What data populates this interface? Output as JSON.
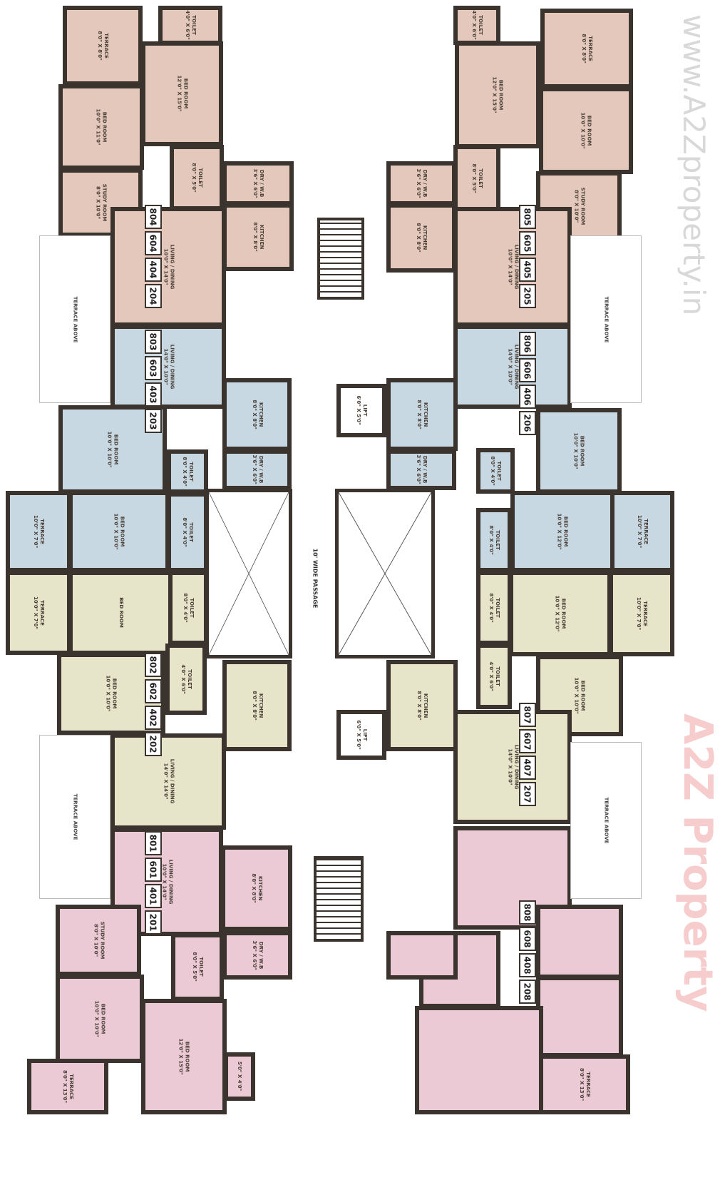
{
  "watermark": {
    "top": "www.A2Zproperty.in",
    "center": "A2Z Property"
  },
  "colors": {
    "u4": "#e4c8bb",
    "u3": "#c8d8e2",
    "u2": "#e6e4c9",
    "u1": "#ebcad6",
    "wall": "#3b342e"
  },
  "passage_label": "10' WIDE PASSAGE",
  "terrace_above_label": "TERRACE ABOVE",
  "unit_numbers": [
    [
      "204",
      "404",
      "604",
      "804"
    ],
    [
      "203",
      "403",
      "603",
      "803"
    ],
    [
      "202",
      "402",
      "602",
      "802"
    ],
    [
      "201",
      "401",
      "601",
      "801"
    ],
    [
      "205",
      "405",
      "605",
      "805"
    ],
    [
      "206",
      "406",
      "606",
      "806"
    ],
    [
      "207",
      "407",
      "607",
      "807"
    ],
    [
      "208",
      "408",
      "608",
      "808"
    ]
  ],
  "lifts": [
    {
      "name": "LIFT",
      "dim": "6'0\" X 5'0\""
    },
    {
      "name": "LIFT",
      "dim": "6'0\" X 5'0\""
    }
  ],
  "rooms": [
    {
      "name": "TERRACE",
      "dim": "8'0\" X 8'0\"",
      "unit": "u4"
    },
    {
      "name": "TOILET",
      "dim": "4'0\" X 6'0\"",
      "unit": "u4"
    },
    {
      "name": "BED ROOM",
      "dim": "12'0\" X 15'0\"",
      "unit": "u4"
    },
    {
      "name": "BED ROOM",
      "dim": "10'0\" X 11'0\"",
      "unit": "u4"
    },
    {
      "name": "STUDY ROOM",
      "dim": "8'0\" X 10'0\"",
      "unit": "u4"
    },
    {
      "name": "TOILET",
      "dim": "8'0\" X 5'0\"",
      "unit": "u4"
    },
    {
      "name": "DRY / W.B",
      "dim": "3'6\" X 6'0\"",
      "unit": "u4"
    },
    {
      "name": "KITCHEN",
      "dim": "8'0\" X 8'0\"",
      "unit": "u4"
    },
    {
      "name": "LIVING / DINING",
      "dim": "10'0\" X 14'0\"",
      "unit": "u4"
    },
    {
      "name": "LIVING / DINING",
      "dim": "14'0\" X 10'0\"",
      "unit": "u3"
    },
    {
      "name": "KITCHEN",
      "dim": "8'0\" X 8'0\"",
      "unit": "u3"
    },
    {
      "name": "BED ROOM",
      "dim": "10'0\" X 10'0\"",
      "unit": "u3"
    },
    {
      "name": "TOILET",
      "dim": "8'0\" X 4'0\"",
      "unit": "u3"
    },
    {
      "name": "DRY / W.B",
      "dim": "3'6\" X 6'0\"",
      "unit": "u3"
    },
    {
      "name": "TERRACE",
      "dim": "10'0\" X 7'0\"",
      "unit": "u3"
    },
    {
      "name": "BED ROOM",
      "dim": "10'0\" X 10'0\"",
      "unit": "u3"
    },
    {
      "name": "TOILET",
      "dim": "8'0\" X 4'0\"",
      "unit": "u3"
    },
    {
      "name": "TERRACE",
      "dim": "10'0\" X 7'0\"",
      "unit": "u2"
    },
    {
      "name": "BED ROOM",
      "dim": "",
      "unit": "u2"
    },
    {
      "name": "TOILET",
      "dim": "8'0\" X 4'0\"",
      "unit": "u2"
    },
    {
      "name": "BED ROOM",
      "dim": "10'0\" X 10'0\"",
      "unit": "u2"
    },
    {
      "name": "TOILET",
      "dim": "4'0\" X 6'0\"",
      "unit": "u2"
    },
    {
      "name": "KITCHEN",
      "dim": "8'0\" X 8'0\"",
      "unit": "u2"
    },
    {
      "name": "LIVING / DINING",
      "dim": "14'0\" X 14'0\"",
      "unit": "u2"
    },
    {
      "name": "LIVING / DINING",
      "dim": "10'0\" X 14'0\"",
      "unit": "u1"
    },
    {
      "name": "KITCHEN",
      "dim": "8'0\" X 8'0\"",
      "unit": "u1"
    },
    {
      "name": "TOILET",
      "dim": "8'0\" X 5'0\"",
      "unit": "u1"
    },
    {
      "name": "DRY / W.B",
      "dim": "3'6\" X 6'0\"",
      "unit": "u1"
    },
    {
      "name": "STUDY ROOM",
      "dim": "8'0\" X 10'0\"",
      "unit": "u1"
    },
    {
      "name": "BED ROOM",
      "dim": "10'0\" X 10'0\"",
      "unit": "u1"
    },
    {
      "name": "BED ROOM",
      "dim": "12'0\" X 15'0\"",
      "unit": "u1"
    },
    {
      "name": "TERRACE",
      "dim": "8'0\" X 13'0\"",
      "unit": "u1"
    },
    {
      "name": "",
      "dim": "5'0\" X 4'0\"",
      "unit": "u1"
    },
    {
      "name": "TOILET",
      "dim": "4'0\" X 6'0\"",
      "unit": "u4"
    },
    {
      "name": "TERRACE",
      "dim": "8'0\" X 8'0\"",
      "unit": "u4"
    },
    {
      "name": "BED ROOM",
      "dim": "12'0\" X 15'0\"",
      "unit": "u4"
    },
    {
      "name": "BED ROOM",
      "dim": "10'0\" X 10'0\"",
      "unit": "u4"
    },
    {
      "name": "STUDY ROOM",
      "dim": "8'0\" X 10'0\"",
      "unit": "u4"
    },
    {
      "name": "TOILET",
      "dim": "8'0\" X 5'0\"",
      "unit": "u4"
    },
    {
      "name": "DRY / W.B",
      "dim": "3'6\" X 6'0\"",
      "unit": "u4"
    },
    {
      "name": "KITCHEN",
      "dim": "8'0\" X 8'0\"",
      "unit": "u4"
    },
    {
      "name": "LIVING / DINING",
      "dim": "10'0\" X 14'0\"",
      "unit": "u4"
    },
    {
      "name": "LIVING / DINING",
      "dim": "14'0\" X 10'0\"",
      "unit": "u3"
    },
    {
      "name": "KITCHEN",
      "dim": "8'0\" X 8'0\"",
      "unit": "u3"
    },
    {
      "name": "DRY / W.B",
      "dim": "3'6\" X 6'0\"",
      "unit": "u3"
    },
    {
      "name": "BED ROOM",
      "dim": "10'0\" X 10'0\"",
      "unit": "u3"
    },
    {
      "name": "TOILET",
      "dim": "8'0\" X 4'0\"",
      "unit": "u3"
    },
    {
      "name": "BED ROOM",
      "dim": "10'0\" X 12'0\"",
      "unit": "u3"
    },
    {
      "name": "TERRACE",
      "dim": "10'0\" X 7'0\"",
      "unit": "u3"
    },
    {
      "name": "TOILET",
      "dim": "8'0\" X 4'0\"",
      "unit": "u3"
    },
    {
      "name": "TOILET",
      "dim": "8'0\" X 4'0\"",
      "unit": "u2"
    },
    {
      "name": "BED ROOM",
      "dim": "10'0\" X 12'0\"",
      "unit": "u2"
    },
    {
      "name": "TERRACE",
      "dim": "10'0\" X 7'0\"",
      "unit": "u2"
    },
    {
      "name": "TOILET",
      "dim": "4'0\" X 6'0\"",
      "unit": "u2"
    },
    {
      "name": "BED ROOM",
      "dim": "10'0\" X 10'0\"",
      "unit": "u2"
    },
    {
      "name": "KITCHEN",
      "dim": "8'0\" X 8'0\"",
      "unit": "u2"
    },
    {
      "name": "LIVING / DINING",
      "dim": "14'0\" X 10'0\"",
      "unit": "u2"
    },
    {
      "name": "",
      "dim": "",
      "unit": "u1"
    },
    {
      "name": "",
      "dim": "",
      "unit": "u1"
    },
    {
      "name": "",
      "dim": "",
      "unit": "u1"
    },
    {
      "name": "",
      "dim": "",
      "unit": "u1"
    },
    {
      "name": "",
      "dim": "",
      "unit": "u1"
    },
    {
      "name": "TERRACE",
      "dim": "8'0\" X 13'0\"",
      "unit": "u1"
    },
    {
      "name": "",
      "dim": "",
      "unit": "u1"
    }
  ]
}
